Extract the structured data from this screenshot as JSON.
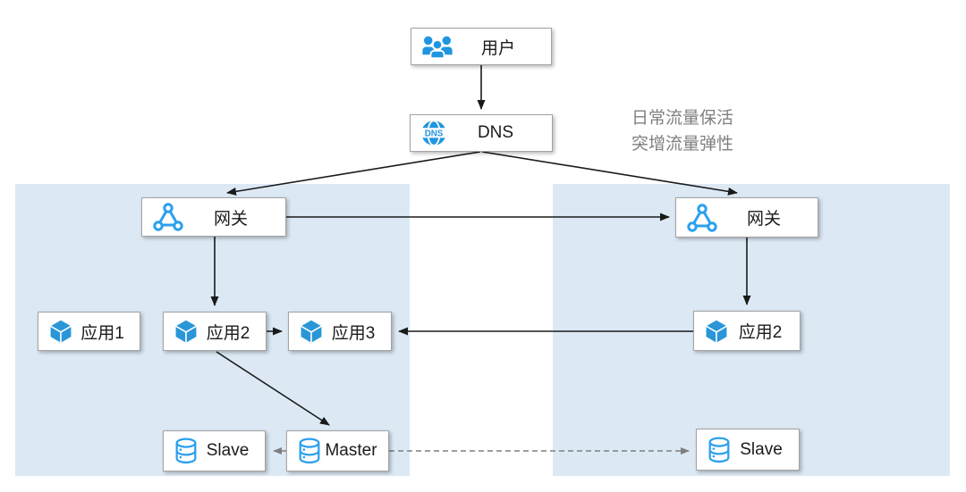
{
  "diagram_title": "traffic-elasticity-architecture",
  "colors": {
    "background": "#ffffff",
    "zone_fill": "#dce9f5",
    "box_border": "#a3a3a3",
    "label_text": "#1a1a1a",
    "annotation_text": "#808080",
    "arrow_solid": "#1a1a1a",
    "arrow_dashed": "#7f7f7f",
    "icon_solid_blue": "#2a96d8",
    "icon_outline_blue": "#2ba0ee"
  },
  "annotation": {
    "lines": [
      "日常流量保活",
      "突增流量弹性"
    ]
  },
  "nodes": {
    "user": {
      "label": "用户",
      "icon": "users-icon"
    },
    "dns": {
      "label": "DNS",
      "icon": "dns-globe-icon"
    },
    "gateway_left": {
      "label": "网关",
      "icon": "gateway-icon"
    },
    "gateway_right": {
      "label": "网关",
      "icon": "gateway-icon"
    },
    "app1": {
      "label": "应用1",
      "icon": "cube-icon"
    },
    "app2_left": {
      "label": "应用2",
      "icon": "cube-icon"
    },
    "app3": {
      "label": "应用3",
      "icon": "cube-icon"
    },
    "app2_right": {
      "label": "应用2",
      "icon": "cube-icon"
    },
    "slave_left": {
      "label": "Slave",
      "icon": "database-icon"
    },
    "master": {
      "label": "Master",
      "icon": "database-icon"
    },
    "slave_right": {
      "label": "Slave",
      "icon": "database-icon"
    }
  },
  "edges": [
    {
      "from": "user",
      "to": "dns",
      "style": "solid-arrow"
    },
    {
      "from": "dns",
      "to": "gateway_left",
      "style": "solid-arrow"
    },
    {
      "from": "dns",
      "to": "gateway_right",
      "style": "solid-arrow"
    },
    {
      "from": "gateway_left",
      "to": "gateway_right",
      "style": "solid-arrow"
    },
    {
      "from": "gateway_left",
      "to": "app2_left",
      "style": "solid-arrow"
    },
    {
      "from": "app2_left",
      "to": "app3",
      "style": "solid-arrow"
    },
    {
      "from": "app2_right",
      "to": "app3",
      "style": "solid-arrow"
    },
    {
      "from": "gateway_right",
      "to": "app2_right",
      "style": "solid-arrow"
    },
    {
      "from": "app2_left",
      "to": "master",
      "style": "solid-arrow"
    },
    {
      "from": "master",
      "to": "slave_left",
      "style": "dashed-arrow"
    },
    {
      "from": "master",
      "to": "slave_right",
      "style": "dashed-arrow"
    }
  ]
}
